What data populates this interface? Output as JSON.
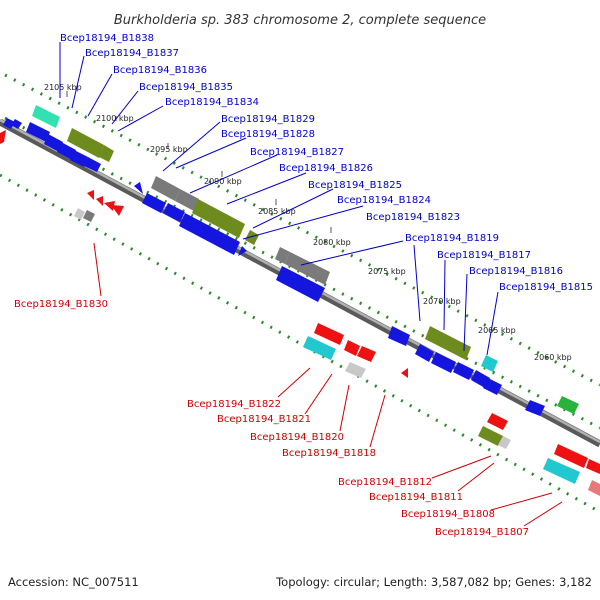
{
  "header": {
    "title": "Burkholderia sp. 383 chromosome 2, complete sequence"
  },
  "footer": {
    "accession": "Accession: NC_007511",
    "summary": "Topology: circular; Length: 3,587,082 bp; Genes: 3,182"
  },
  "scale_ticks": [
    "2105 kbp",
    "2100 kbp",
    "2095 kbp",
    "2090 kbp",
    "2085 kbp",
    "2080 kbp",
    "2075 kbp",
    "2070 kbp",
    "2065 kbp",
    "2060 kbp"
  ],
  "labels_forward": [
    "Bcep18194_B1838",
    "Bcep18194_B1837",
    "Bcep18194_B1836",
    "Bcep18194_B1835",
    "Bcep18194_B1834",
    "Bcep18194_B1829",
    "Bcep18194_B1828",
    "Bcep18194_B1827",
    "Bcep18194_B1826",
    "Bcep18194_B1825",
    "Bcep18194_B1824",
    "Bcep18194_B1823",
    "Bcep18194_B1819",
    "Bcep18194_B1817",
    "Bcep18194_B1816",
    "Bcep18194_B1815"
  ],
  "labels_reverse": [
    "Bcep18194_B1830",
    "Bcep18194_B1822",
    "Bcep18194_B1821",
    "Bcep18194_B1820",
    "Bcep18194_B1818",
    "Bcep18194_B1812",
    "Bcep18194_B1811",
    "Bcep18194_B1808",
    "Bcep18194_B1807"
  ],
  "colors": {
    "backbone": "#8a8a8a",
    "forward_label": "#0000cc",
    "reverse_label": "#cc0000",
    "gene_blue": "#1515e0",
    "gene_red": "#ee1111",
    "gene_olive": "#6e8c1e",
    "gene_gray": "#7a7a7a",
    "gene_cyan": "#22c8cf",
    "gene_green": "#28b43c",
    "gene_lightgray": "#c8c8c8",
    "gene_pink": "#e87a7a",
    "dots": "#2a8a2a"
  }
}
